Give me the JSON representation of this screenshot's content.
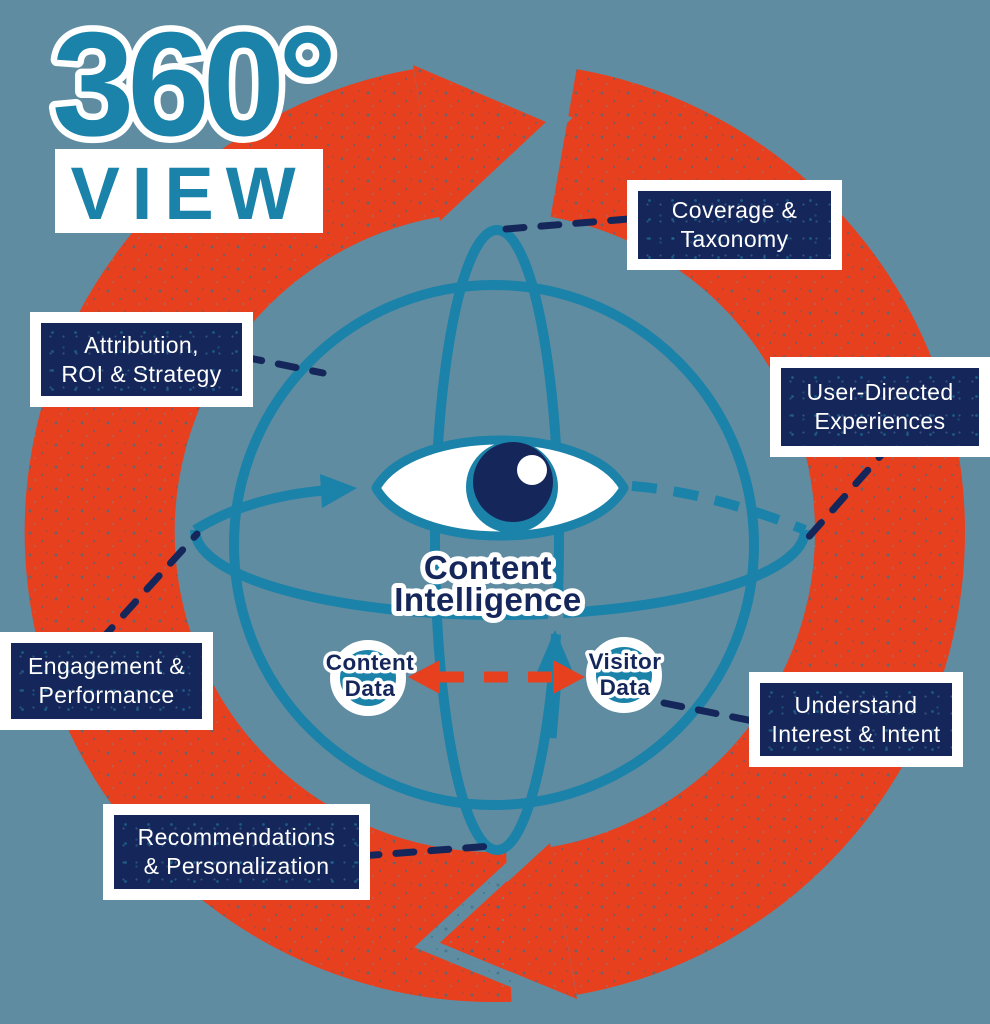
{
  "logo": {
    "line1": "360°",
    "line2": "VIEW"
  },
  "center": {
    "label_line1": "Content",
    "label_line2": "Intelligence",
    "content_data_line1": "Content",
    "content_data_line2": "Data",
    "visitor_data_line1": "Visitor",
    "visitor_data_line2": "Data"
  },
  "labels": [
    {
      "id": "coverage-taxonomy",
      "line1": "Coverage &",
      "line2": "Taxonomy"
    },
    {
      "id": "attribution-roi-strategy",
      "line1": "Attribution,",
      "line2": "ROI & Strategy"
    },
    {
      "id": "user-directed-experiences",
      "line1": "User-Directed",
      "line2": "Experiences"
    },
    {
      "id": "engagement-performance",
      "line1": "Engagement &",
      "line2": "Performance"
    },
    {
      "id": "understand-interest-intent",
      "line1": "Understand",
      "line2": "Interest & Intent"
    },
    {
      "id": "recommendations-personalization",
      "line1": "Recommendations",
      "line2": "& Personalization"
    }
  ],
  "icons": {
    "eye": "eye-icon",
    "rotation_ring": "circular-rotation-arrows-icon",
    "orbit_arrows": "orbit-direction-arrow-icons",
    "data_exchange": "double-headed-dashed-arrow-icon"
  },
  "colors": {
    "background": "#5F8CA0",
    "teal": "#1B82A9",
    "red": "#E7401F",
    "navy": "#15265A",
    "white": "#FFFFFF"
  }
}
